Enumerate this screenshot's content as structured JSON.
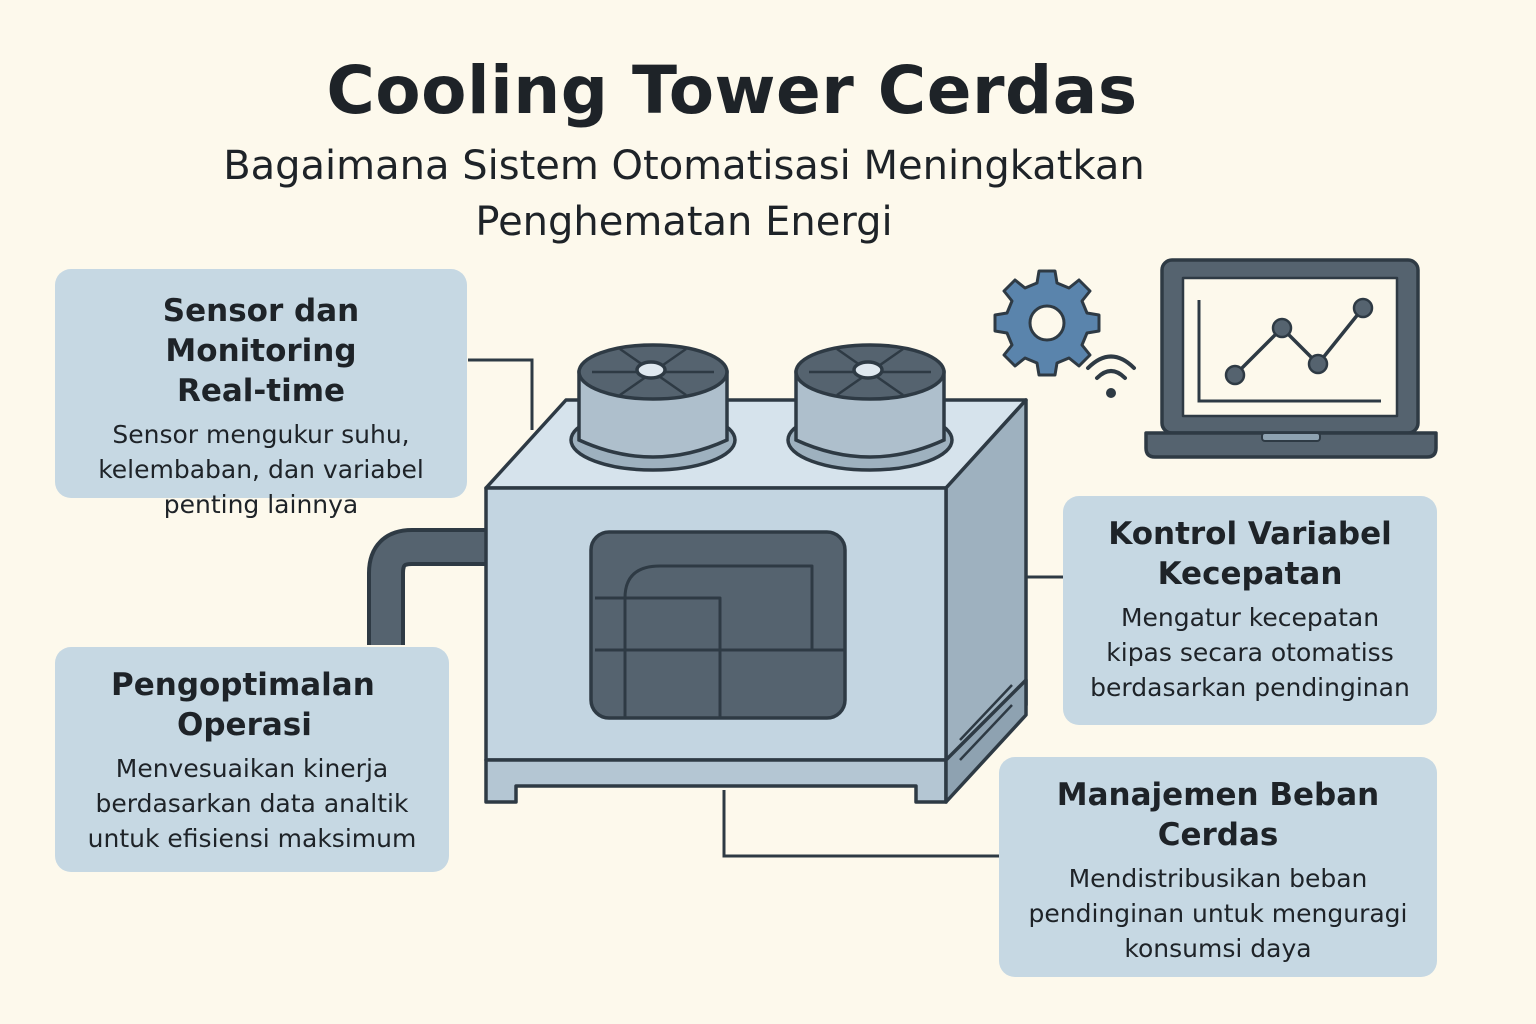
{
  "header": {
    "title": "Cooling Tower Cerdas",
    "subtitle_line1": "Bagaimana Sistem Otomatisasi Meningkatkan",
    "subtitle_line2": "Penghematan Energi"
  },
  "cards": {
    "sensor": {
      "title_line1": "Sensor dan Monitoring",
      "title_line2": "Real-time",
      "text_line1": "Sensor mengukur suhu,",
      "text_line2": "kelembaban, dan variabel",
      "text_line3": "penting lainnya"
    },
    "optimize": {
      "title_line1": "Pengoptimalan",
      "title_line2": "Operasi",
      "text_line1": "Menvesuaikan kinerja",
      "text_line2": "berdasarkan data analtik",
      "text_line3": "untuk efisiensi maksimum"
    },
    "speed": {
      "title_line1": "Kontrol Variabel",
      "title_line2": "Kecepatan",
      "text_line1": "Mengatur kecepatan",
      "text_line2": "kipas secara otomatiss",
      "text_line3": "berdasarkan pendinginan"
    },
    "load": {
      "title_line1": "Manajemen Beban",
      "title_line2": "Cerdas",
      "text_line1": "Mendistribusikan beban",
      "text_line2": "pendinginan untuk menguragi",
      "text_line3": "konsumsi daya"
    }
  },
  "colors": {
    "background": "#fdf9ec",
    "card": "#c6d8e3",
    "outline": "#2e3a44",
    "unit_front": "#c3d5e1",
    "unit_side": "#9eb1bf",
    "panel": "#55636f",
    "gear": "#5a84ac"
  },
  "icons": [
    "gear-icon",
    "wifi-icon",
    "laptop-icon",
    "line-chart-icon",
    "fan-icon"
  ],
  "chart_icon_values": [
    2,
    5,
    3,
    7
  ]
}
